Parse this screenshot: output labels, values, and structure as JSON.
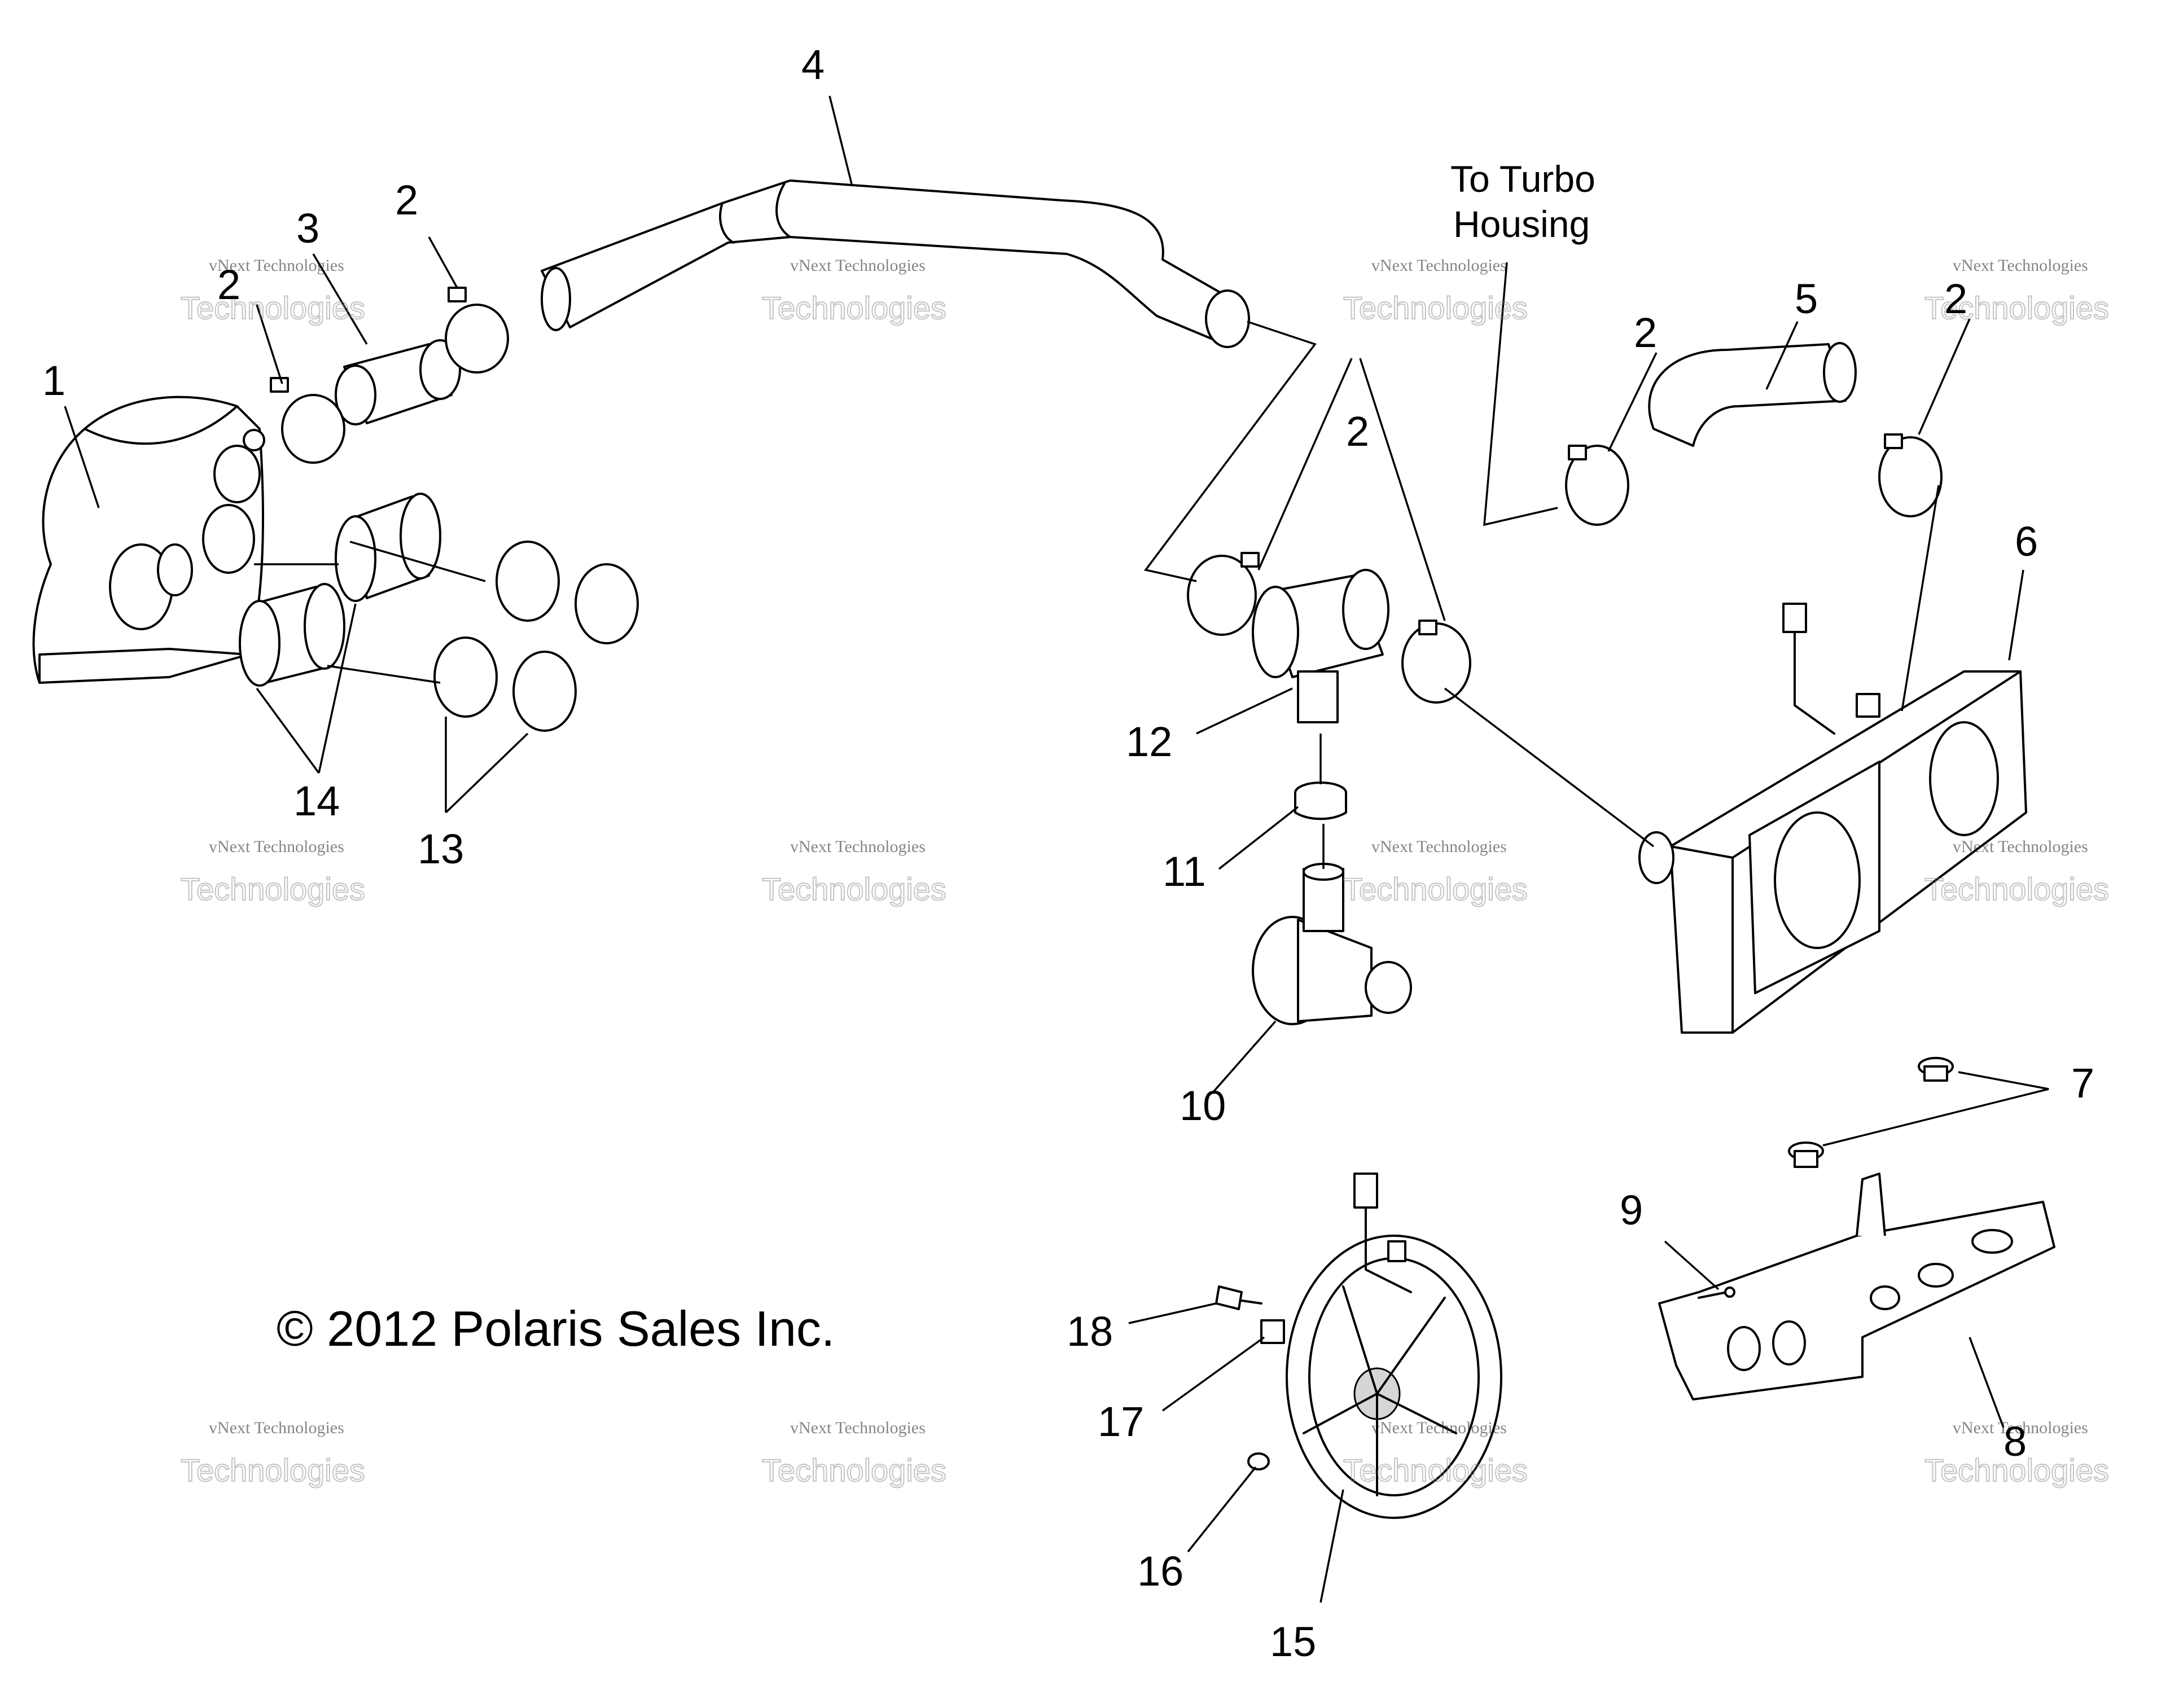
{
  "callouts": {
    "c1": "1",
    "c2a": "2",
    "c2b": "2",
    "c2c": "2",
    "c2d": "2",
    "c2e": "2",
    "c3": "3",
    "c4": "4",
    "c5": "5",
    "c6": "6",
    "c7": "7",
    "c8": "8",
    "c9": "9",
    "c10": "10",
    "c11": "11",
    "c12": "12",
    "c13": "13",
    "c14": "14",
    "c15": "15",
    "c16": "16",
    "c17": "17",
    "c18": "18"
  },
  "note": {
    "line1": "To Turbo",
    "line2": "Housing"
  },
  "copyright": "© 2012 Polaris Sales Inc.",
  "watermark": {
    "top": "vNext Technologies",
    "big": "Technologies"
  }
}
